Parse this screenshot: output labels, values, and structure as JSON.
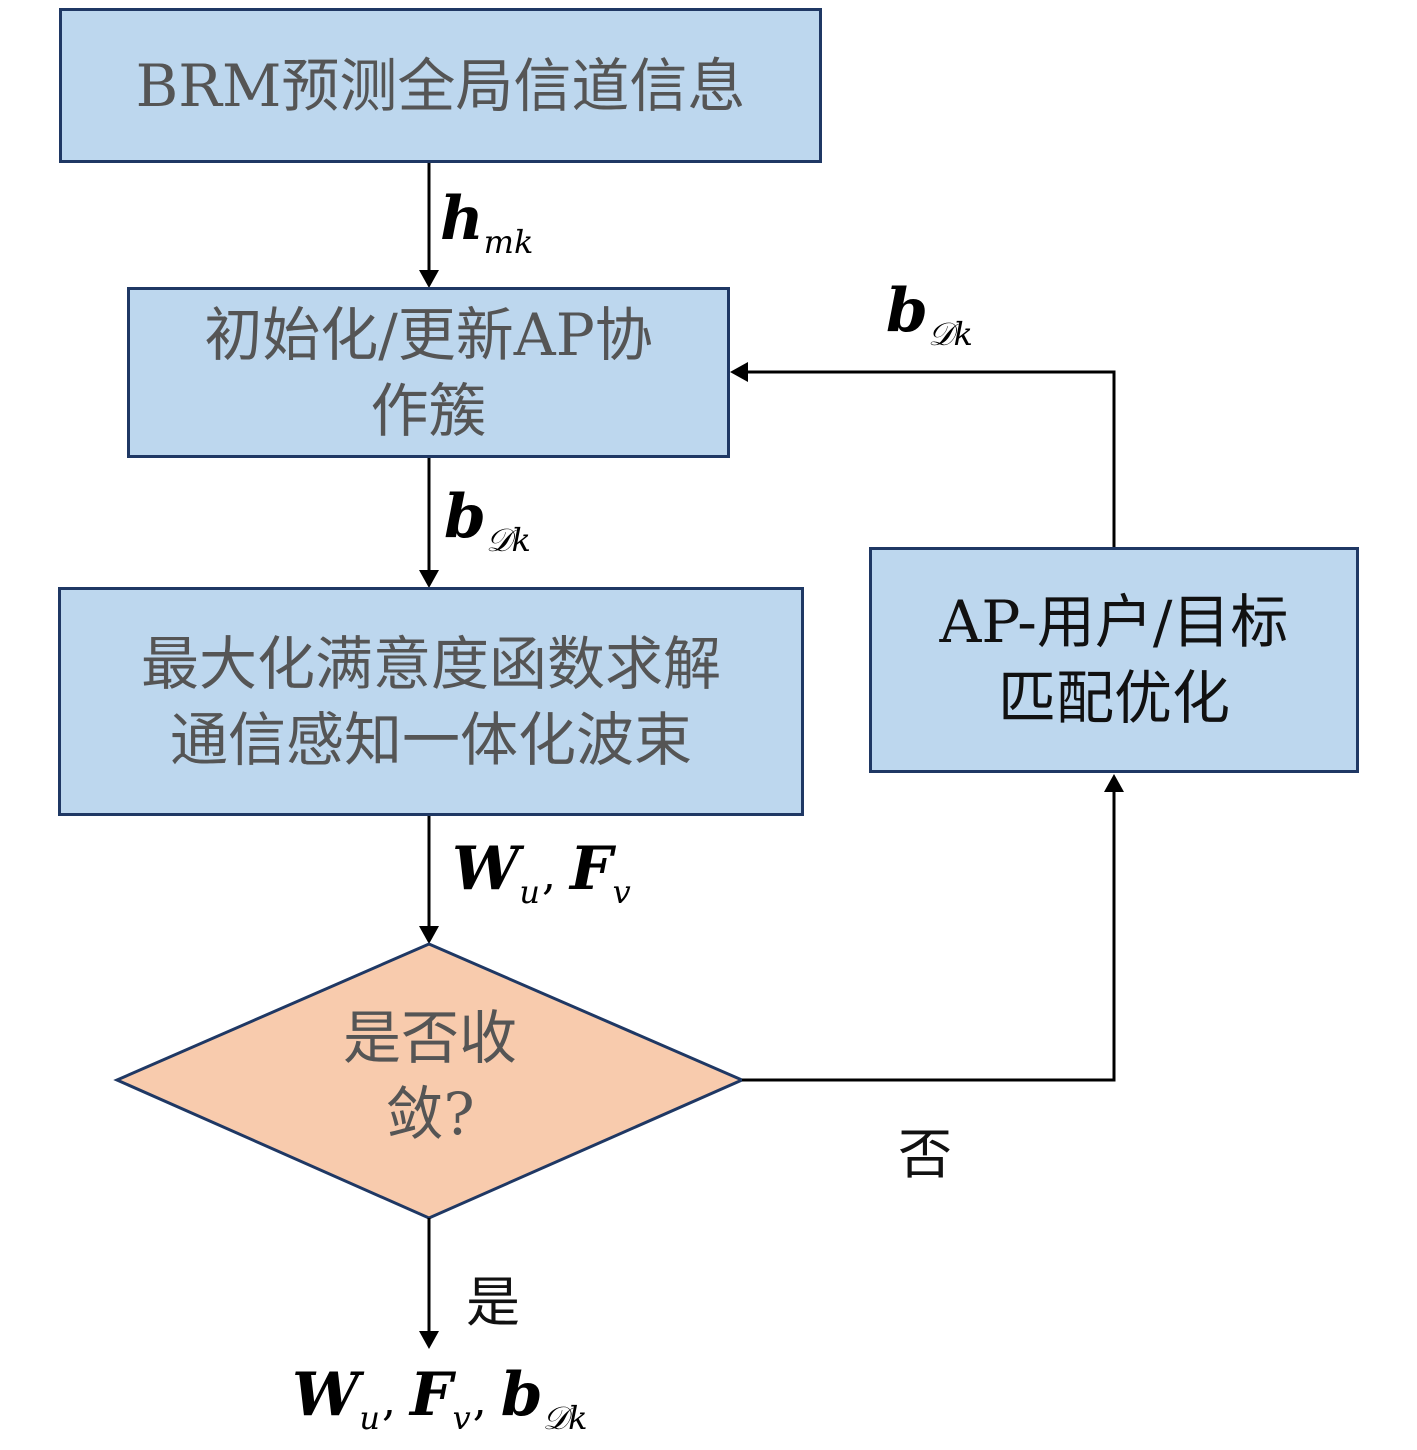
{
  "diagram": {
    "nodes": {
      "predict": {
        "text": "BRM预测全局信道信息"
      },
      "cluster": {
        "text": "初始化/更新AP协\n作簇"
      },
      "beam": {
        "text": "最大化满意度函数求解\n通信感知一体化波束"
      },
      "decision": {
        "text": "是否收\n敛?"
      },
      "match": {
        "text": "AP-用户/目标\n匹配优化"
      }
    },
    "edges": {
      "predict_to_cluster": {
        "symbol": "h",
        "subscript": "mk"
      },
      "cluster_to_beam": {
        "symbol": "b",
        "subscript": "𝒟k"
      },
      "beam_to_decision": {
        "symbol1": "W",
        "sub1": "u",
        "separator": ",",
        "symbol2": "F",
        "sub2": "v"
      },
      "decision_no_label": "否",
      "decision_yes_label": "是",
      "match_to_cluster": {
        "symbol": "b",
        "subscript": "𝒟k"
      },
      "output": {
        "symbol1": "W",
        "sub1": "u",
        "separator": ",",
        "symbol2": "F",
        "sub2": "v",
        "symbol3": "b",
        "sub3": "𝒟k"
      }
    },
    "colors": {
      "box_fill": "#bdd7ee",
      "box_border": "#1f3864",
      "diamond_fill": "#f8cbad",
      "text_gray": "#555555",
      "line": "#000000"
    }
  }
}
